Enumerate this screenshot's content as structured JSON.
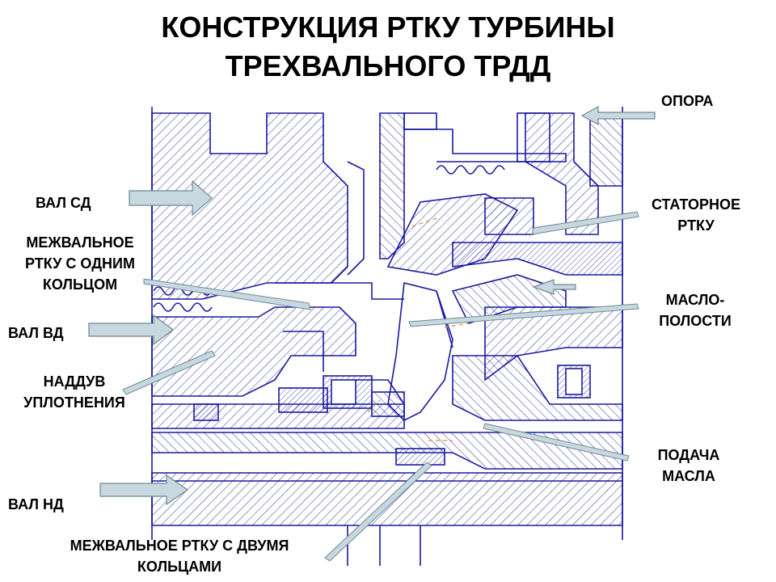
{
  "title": {
    "line1": "КОНСТРУКЦИЯ РТКУ ТУРБИНЫ",
    "line2": "ТРЕХВАЛЬНОГО ТРДД"
  },
  "labels": {
    "opora": "ОПОРА",
    "val_sd": "ВАЛ СД",
    "statornoe": [
      "СТАТОРНОЕ",
      "РТКУ"
    ],
    "mezhvalnoe_one": [
      "МЕЖВАЛЬНОЕ",
      "РТКУ С ОДНИМ",
      "КОЛЬЦОМ"
    ],
    "maslopolosti": [
      "МАСЛО-",
      "ПОЛОСТИ"
    ],
    "val_vd": "ВАЛ ВД",
    "nadduv": [
      "НАДДУВ",
      "УПЛОТНЕНИЯ"
    ],
    "podacha": [
      "ПОДАЧА",
      "МАСЛА"
    ],
    "val_nd": "ВАЛ НД",
    "mezhvalnoe_two": [
      "МЕЖВАЛЬНОЕ РТКУ С ДВУМЯ",
      "КОЛЬЦАМИ"
    ]
  },
  "colors": {
    "drawing": "#1a1aa0",
    "arrow_fill": "#c8d8e0",
    "arrow_stroke": "#6f8890",
    "oil": "#e08a3c"
  }
}
